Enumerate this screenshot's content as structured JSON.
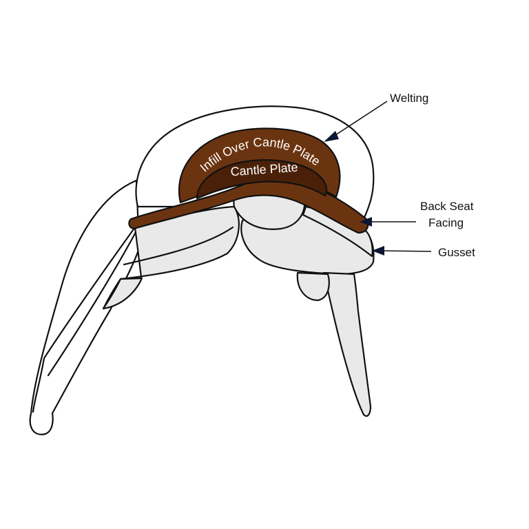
{
  "labels": {
    "welting": "Welting",
    "back_seat_line1": "Back Seat",
    "back_seat_line2": "Facing",
    "gusset": "Gusset",
    "infill": "Infill Over Cantle Plate",
    "cantle_plate": "Cantle Plate"
  },
  "colors": {
    "leather_outer": "#6b3410",
    "leather_inner": "#4a2108",
    "panel_fill": "#e9e9e9",
    "line": "#111111",
    "arrow": "#0d1633"
  }
}
